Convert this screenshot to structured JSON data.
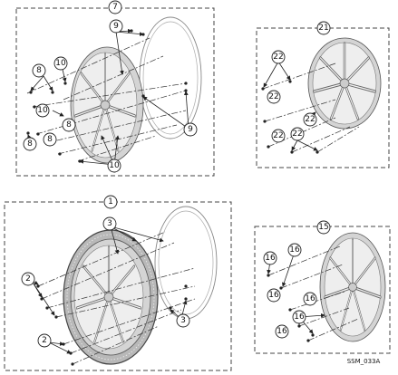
{
  "callouts": {
    "p7": "7",
    "p9": "9",
    "p8": "8",
    "p10": "10",
    "p21": "21",
    "p22": "22",
    "p1": "1",
    "p3": "3",
    "p2": "2",
    "p15": "15",
    "p16": "16"
  },
  "drawing_ref": "SSM_033A"
}
